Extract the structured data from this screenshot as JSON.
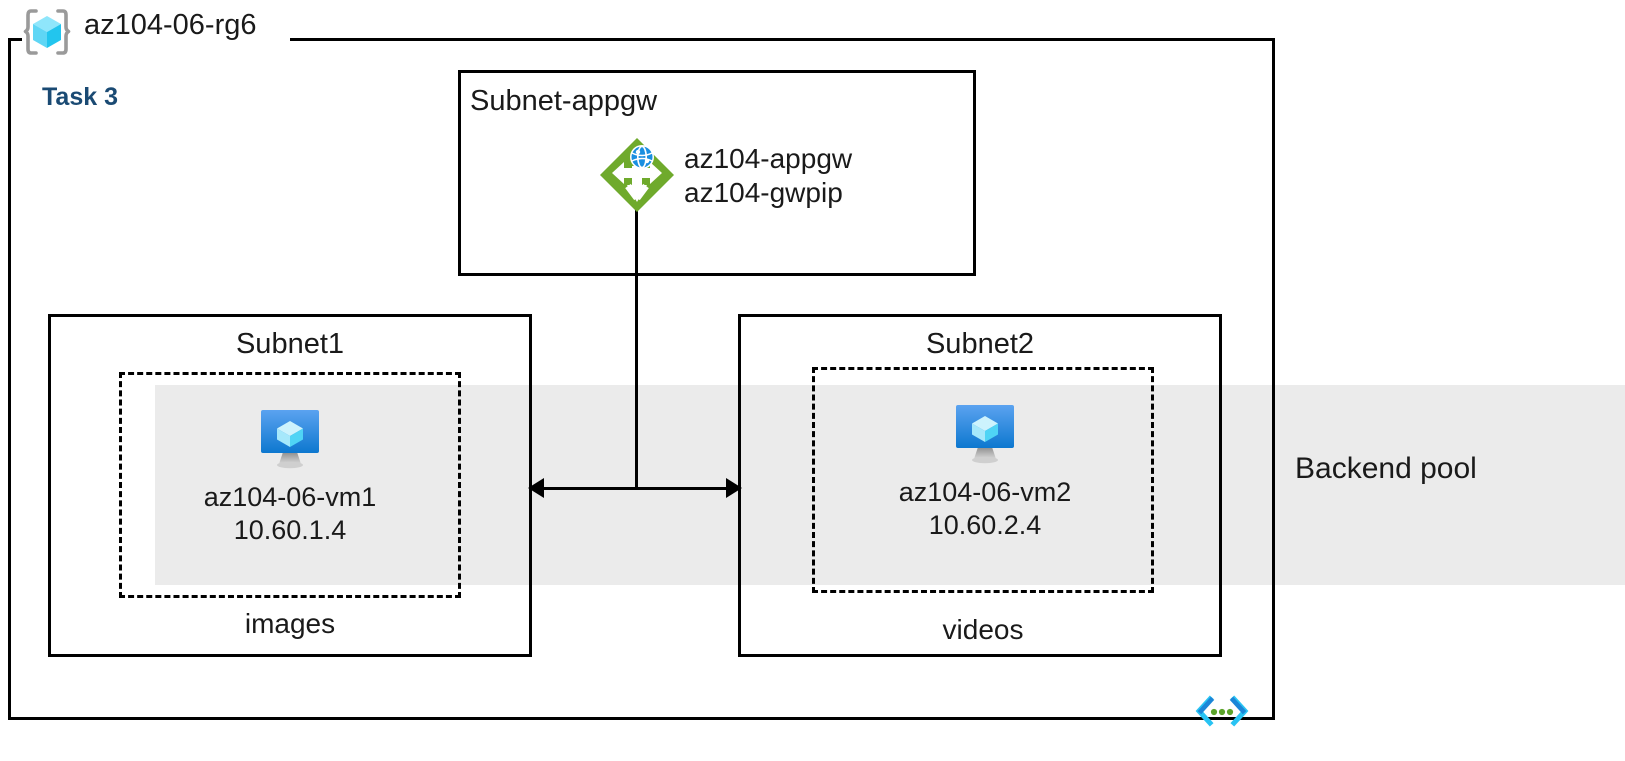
{
  "diagram": {
    "resource_group": {
      "name": "az104-06-rg6",
      "icon": "resource-group-cube-icon"
    },
    "task_label": "Task 3",
    "backend_pool": {
      "label": "Backend pool",
      "band_color": "#ebebeb"
    },
    "subnets": [
      {
        "id": "subnet-appgw",
        "title": "Subnet-appgw",
        "resources": [
          {
            "icon": "application-gateway-icon",
            "lines": [
              "az104-appgw",
              "az104-gwpip"
            ]
          }
        ]
      },
      {
        "id": "subnet1",
        "title": "Subnet1",
        "caption": "images",
        "vm": {
          "icon": "virtual-machine-icon",
          "name": "az104-06-vm1",
          "ip": "10.60.1.4"
        }
      },
      {
        "id": "subnet2",
        "title": "Subnet2",
        "caption": "videos",
        "vm": {
          "icon": "virtual-machine-icon",
          "name": "az104-06-vm2",
          "ip": "10.60.2.4"
        }
      }
    ],
    "connectors": [
      {
        "id": "appgw-to-subnets",
        "type": "double-headed-arrow"
      }
    ],
    "footer_icon": "code-brackets-icon",
    "colors": {
      "task_text": "#1a4a73",
      "appgw_green": "#6faa2c",
      "vm_blue": "#0f7cd4",
      "cube_cyan": "#7ee0f7",
      "code_bracket_cyan": "#28c3f3",
      "code_dot_green": "#5ba32a",
      "border": "#000000"
    }
  }
}
